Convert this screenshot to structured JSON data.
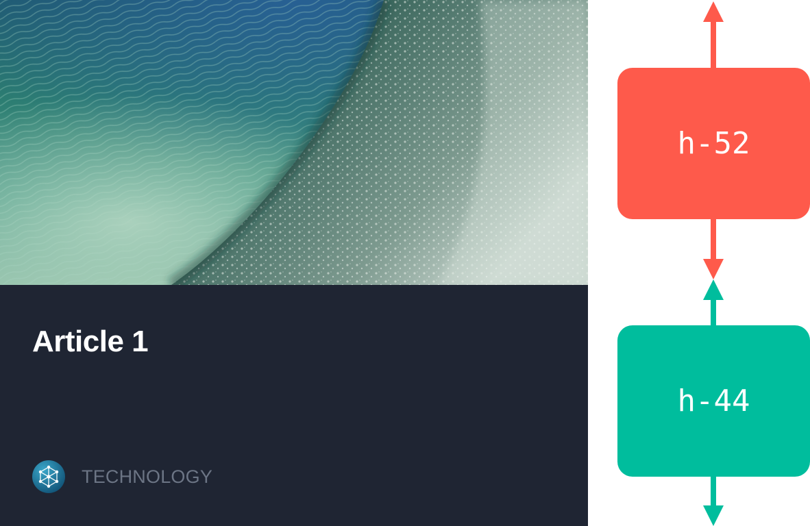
{
  "article": {
    "title": "Article 1",
    "category": "TECHNOLOGY",
    "category_icon": "atom-network-icon",
    "image_description": "ocean-wave-photo"
  },
  "diagram": {
    "top_box": {
      "label": "h-52",
      "color": "#fe5a4b"
    },
    "bottom_box": {
      "label": "h-44",
      "color": "#00bd9d"
    }
  },
  "colors": {
    "card_background": "#1f2533",
    "title_text": "#ffffff",
    "category_text": "#6c7585"
  }
}
